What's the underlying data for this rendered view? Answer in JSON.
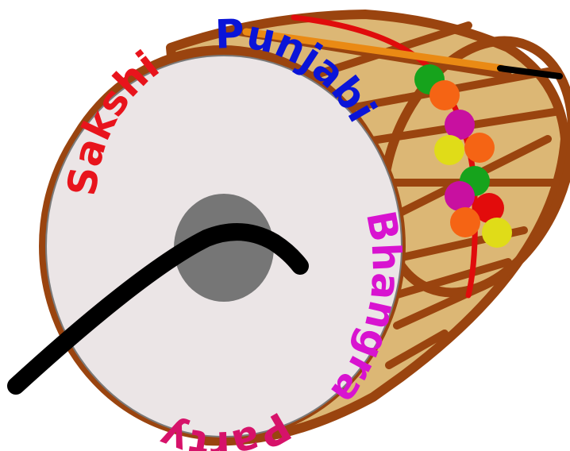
{
  "logo": {
    "words": [
      {
        "text": "Sakshi",
        "color": "#e8141c"
      },
      {
        "text": "Punjabi",
        "color": "#0a14d8"
      },
      {
        "text": "Bhangra",
        "color": "#d813d0"
      },
      {
        "text": "Party",
        "color": "#d6126a"
      }
    ],
    "colors": {
      "drum_body": "#dcb775",
      "drum_outline": "#9a440f",
      "drum_face": "#ebe5e6",
      "center_patch": "#767676",
      "stick": "#000000",
      "cord": "#e00c0c",
      "rod": "#ea8a14"
    },
    "beads": [
      "#16a31c",
      "#f56414",
      "#c810a0",
      "#e0dc18",
      "#f56414",
      "#16a31c",
      "#c810a0",
      "#e20c0c",
      "#f56414",
      "#e0dc18"
    ]
  }
}
